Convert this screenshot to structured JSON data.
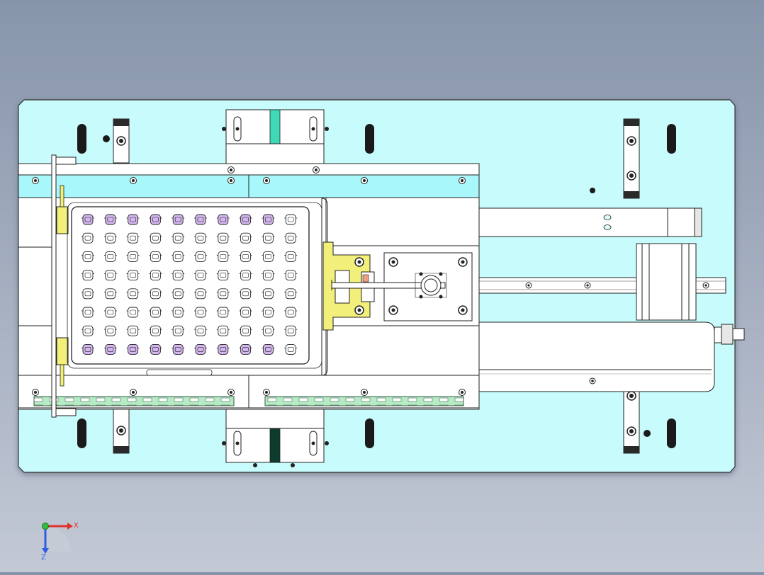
{
  "viewport": {
    "background_top": "#8795aa",
    "background_bottom": "#c3c9d5"
  },
  "model": {
    "baseplate_color": "#c8fbfb",
    "rail_color": "#a8f7fb",
    "part_color": "#ffffff",
    "bracket_color": "#f2f07a",
    "gear_strip_color": "#b5ebc5",
    "block_accent_top": "#3fd9b8",
    "block_accent_bottom": "#0d3b2d",
    "highlighted_pocket_color": "#d4b6ee",
    "tray_grid": {
      "rows": 8,
      "cols": 10,
      "highlighted_rows": [
        1,
        8
      ]
    }
  },
  "triad": {
    "x_label": "X",
    "z_label": "Z",
    "x_color": "#e0322c",
    "y_color": "#2fbf3b",
    "z_color": "#2c5ee0",
    "icon": "coordinate-triad-icon"
  }
}
